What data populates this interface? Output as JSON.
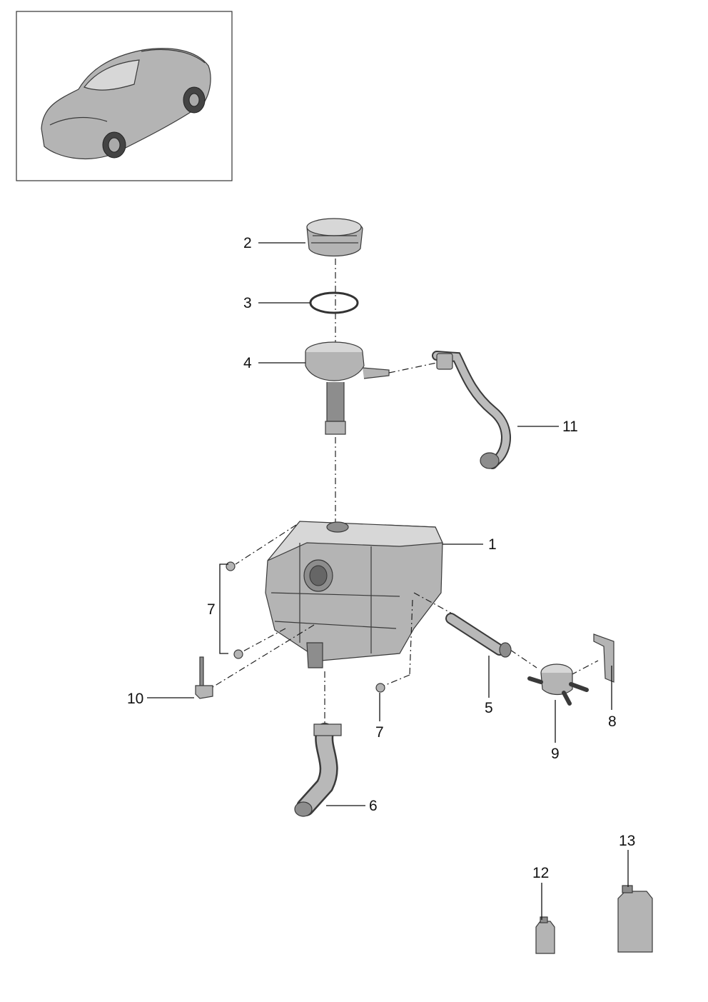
{
  "callouts": [
    {
      "id": "1",
      "label": "1"
    },
    {
      "id": "2",
      "label": "2"
    },
    {
      "id": "3",
      "label": "3"
    },
    {
      "id": "4",
      "label": "4"
    },
    {
      "id": "5",
      "label": "5"
    },
    {
      "id": "6",
      "label": "6"
    },
    {
      "id": "7a",
      "label": "7"
    },
    {
      "id": "7b",
      "label": "7"
    },
    {
      "id": "8",
      "label": "8"
    },
    {
      "id": "9",
      "label": "9"
    },
    {
      "id": "10",
      "label": "10"
    },
    {
      "id": "11",
      "label": "11"
    },
    {
      "id": "12",
      "label": "12"
    },
    {
      "id": "13",
      "label": "13"
    }
  ],
  "colors": {
    "background": "#ffffff",
    "line": "#111111",
    "part_gray": "#b4b4b4"
  },
  "icons": [
    "car-thumbnail-icon",
    "coolant-reservoir-icon",
    "cap-icon",
    "seal-ring-icon",
    "filler-neck-icon",
    "hose-icon",
    "bottle-icon",
    "bracket-icon",
    "valve-icon",
    "sensor-icon"
  ]
}
